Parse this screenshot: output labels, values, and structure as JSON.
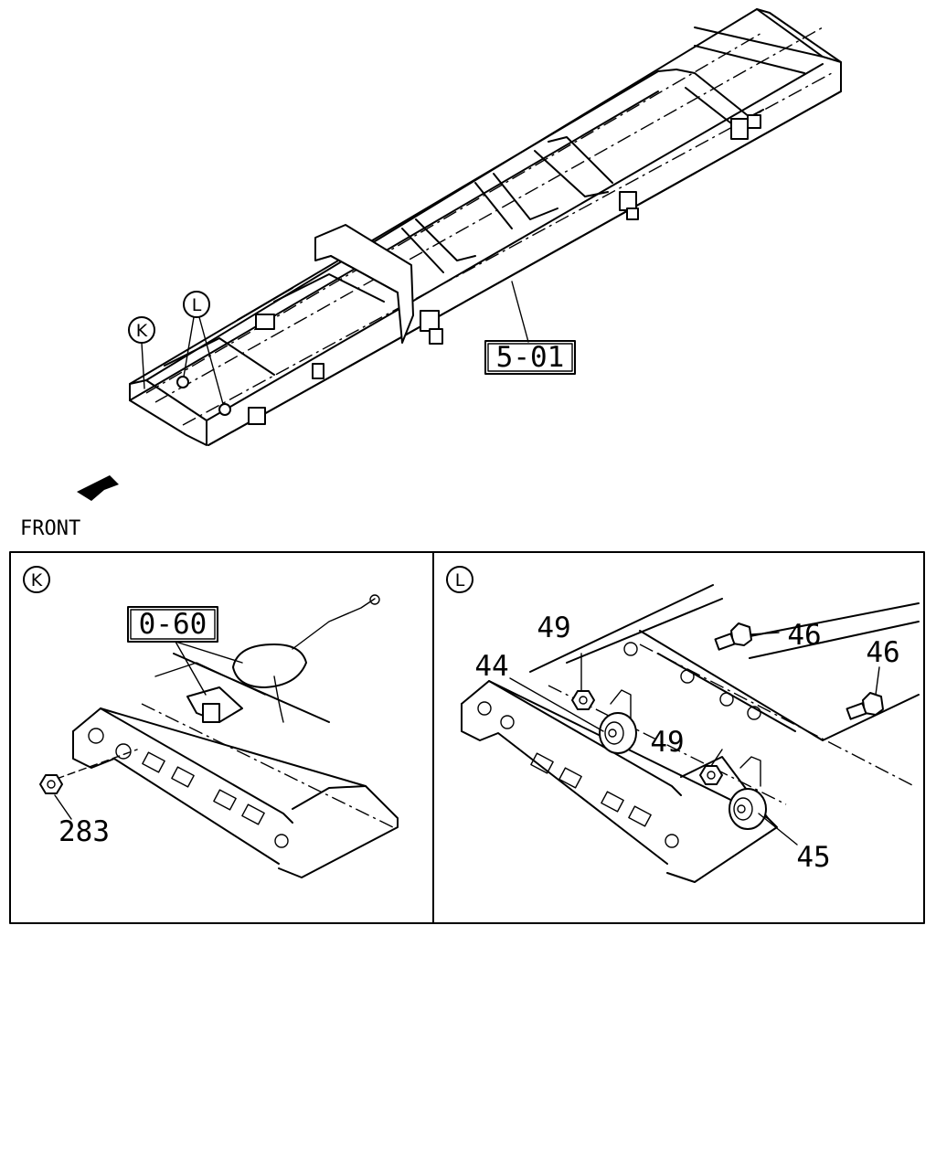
{
  "overview": {
    "callout_k": "K",
    "callout_l": "L",
    "frame_ref": "5-01",
    "front_label": "FRONT"
  },
  "detail_k": {
    "title": "K",
    "ref": "0-60",
    "nut": "283"
  },
  "detail_l": {
    "title": "L",
    "nut_upper": "49",
    "nut_lower": "49",
    "bolt_upper": "46",
    "bolt_right": "46",
    "horn_low": "44",
    "horn_high": "45"
  }
}
